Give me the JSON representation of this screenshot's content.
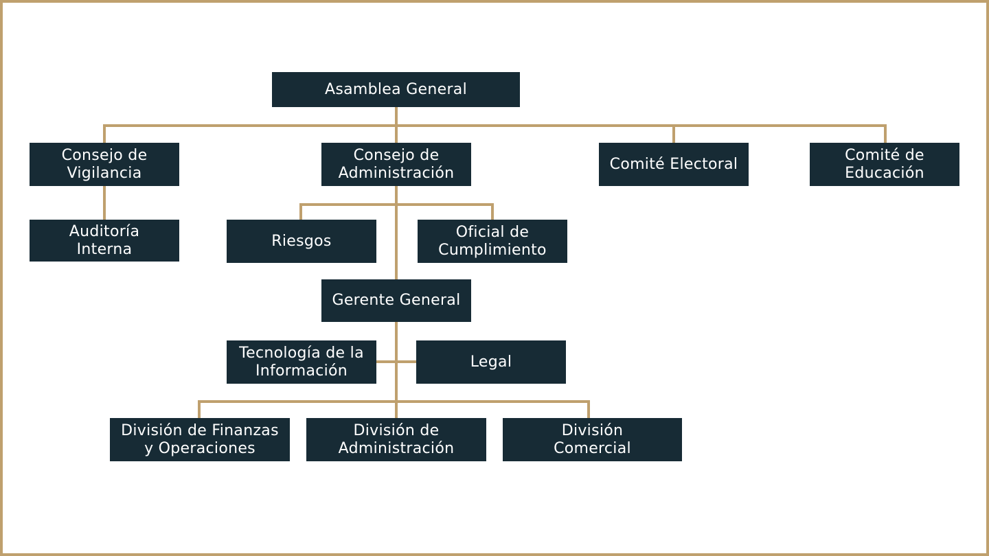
{
  "colors": {
    "box_fill": "#172B35",
    "box_text": "#FFFFFF",
    "connector": "#BFA06E",
    "frame": "#BFA06E",
    "background": "#FFFFFF"
  },
  "org_chart": {
    "asamblea_general": "Asamblea General",
    "consejo_vigilancia": {
      "line1": "Consejo de",
      "line2": "Vigilancia"
    },
    "consejo_administracion": {
      "line1": "Consejo de",
      "line2": "Administración"
    },
    "comite_electoral": "Comité Electoral",
    "comite_educacion": {
      "line1": "Comité de",
      "line2": "Educación"
    },
    "auditoria_interna": {
      "line1": "Auditoría",
      "line2": "Interna"
    },
    "riesgos": "Riesgos",
    "oficial_cumplimiento": {
      "line1": "Oficial de",
      "line2": "Cumplimiento"
    },
    "gerente_general": "Gerente General",
    "tecnologia_informacion": {
      "line1": "Tecnología de la",
      "line2": "Información"
    },
    "legal": "Legal",
    "division_finanzas": {
      "line1": "División de Finanzas",
      "line2": "y Operaciones"
    },
    "division_administracion": {
      "line1": "División de",
      "line2": "Administración"
    },
    "division_comercial": {
      "line1": "División",
      "line2": "Comercial"
    }
  }
}
